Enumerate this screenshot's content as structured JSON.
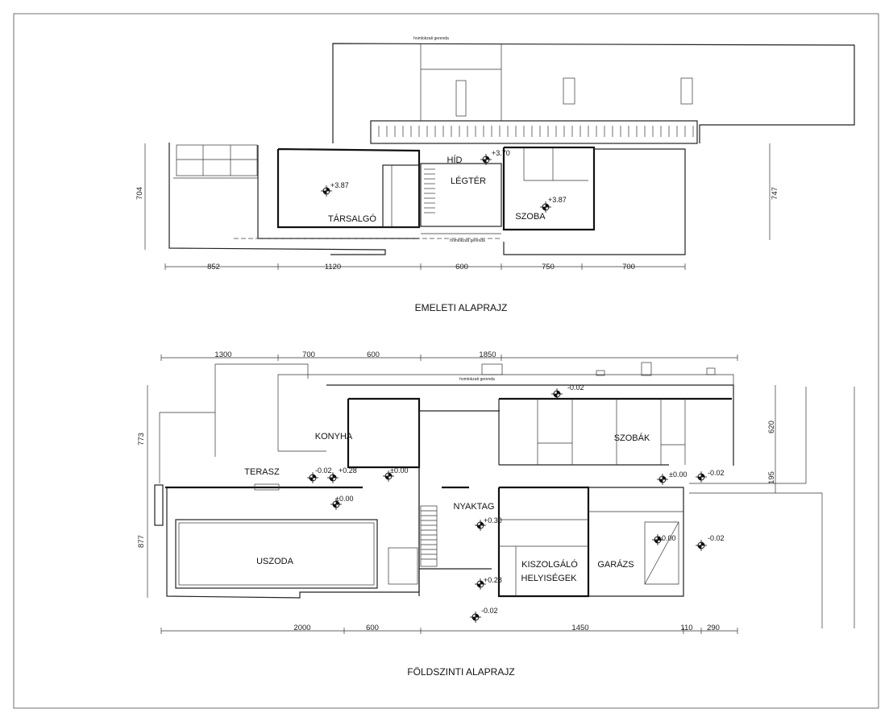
{
  "upper_plan": {
    "title": "EMELETI ALAPRAJZ",
    "beam_top": "homlokzati gerenda",
    "beam_bottom": "homlokzati gerenda",
    "rooms": {
      "tarsalgo": "TÁRSALGÓ",
      "hid": "HÍD",
      "legter": "LÉGTÉR",
      "szoba": "SZOBA"
    },
    "levels": {
      "tarsalgo": "+3.87",
      "hid": "+3.70",
      "szoba": "+3.87"
    },
    "dims_horizontal": [
      "852",
      "1120",
      "600",
      "750",
      "700"
    ],
    "dim_left": "704",
    "dim_right": "747"
  },
  "lower_plan": {
    "title": "FÖLDSZINTI ALAPRAJZ",
    "beam": "homlokzati gerenda",
    "rooms": {
      "konyha": "KONYHA",
      "szobak": "SZOBÁK",
      "terasz": "TERASZ",
      "nyaktag": "NYAKTAG",
      "uszoda": "USZODA",
      "kiszolgalo1": "KISZOLGÁLÓ",
      "kiszolgalo2": "HELYISÉGEK",
      "garazs": "GARÁZS"
    },
    "levels": [
      "-0.02",
      "-0.02",
      "+0.28",
      "±0.00",
      "±0.00",
      "-0.02",
      "±0.00",
      "+0.30",
      "±0.00",
      "-0.02",
      "+0.28",
      "-0.02"
    ],
    "dims_top": [
      "1300",
      "700",
      "600",
      "1850"
    ],
    "dims_bottom": [
      "2000",
      "600",
      "1450",
      "110",
      "290"
    ],
    "dims_left": [
      "773",
      "877"
    ],
    "dims_right": [
      "620",
      "195"
    ]
  }
}
